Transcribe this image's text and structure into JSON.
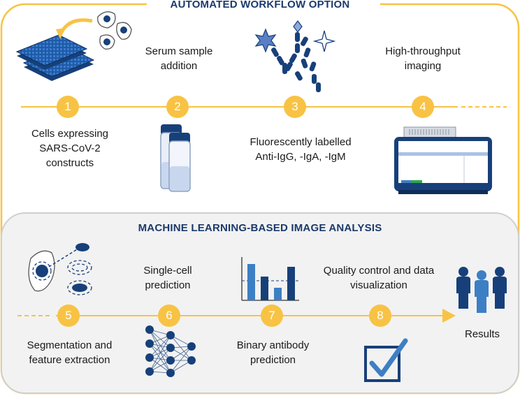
{
  "top_section": {
    "title": "AUTOMATED WORKFLOW OPTION",
    "steps": [
      {
        "number": "1",
        "label": "Cells expressing\nSARS-CoV-2\nconstructs"
      },
      {
        "number": "2",
        "label": "Serum sample\naddition"
      },
      {
        "number": "3",
        "label": "Fluorescently labelled\nAnti-IgG, -IgA, -IgM"
      },
      {
        "number": "4",
        "label": "High-throughput\nimaging"
      }
    ]
  },
  "bottom_section": {
    "title": "MACHINE LEARNING-BASED IMAGE ANALYSIS",
    "steps": [
      {
        "number": "5",
        "label": "Segmentation and\nfeature extraction"
      },
      {
        "number": "6",
        "label": "Single-cell\nprediction"
      },
      {
        "number": "7",
        "label": "Binary antibody\nprediction"
      },
      {
        "number": "8",
        "label": "Quality control and data\nvisualization"
      }
    ],
    "results_label": "Results"
  },
  "colors": {
    "accent": "#f8c344",
    "navy": "#1b3a6b",
    "mid_blue": "#3d7fc4",
    "light_panel": "#f2f2f2"
  },
  "icons": [
    "cell-plates-icon",
    "cells-icon",
    "sample-tubes-icon",
    "antibodies-icon",
    "imaging-device-icon",
    "segmentation-icon",
    "neural-network-icon",
    "bar-chart-icon",
    "checkmark-icon",
    "people-icon"
  ]
}
